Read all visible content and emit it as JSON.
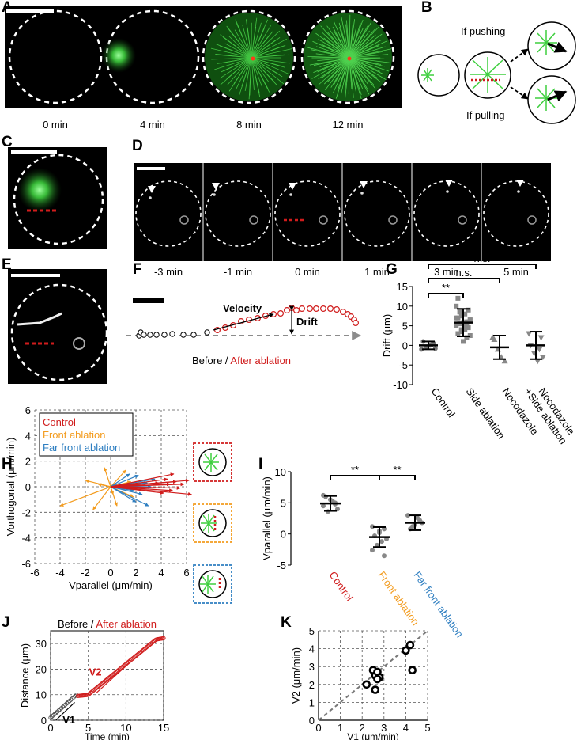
{
  "panel_labels": [
    "A",
    "B",
    "C",
    "D",
    "E",
    "F",
    "G",
    "H",
    "I",
    "J",
    "K"
  ],
  "panel_A": {
    "times": [
      "0 min",
      "4 min",
      "8 min",
      "12 min"
    ]
  },
  "panel_B": {
    "pushing": "If pushing",
    "pulling": "If pulling"
  },
  "panel_D": {
    "times": [
      "-3 min",
      "-1 min",
      "0 min",
      "1 min",
      "3 min",
      "5 min"
    ]
  },
  "panel_F": {
    "velocity": "Velocity",
    "drift": "Drift",
    "before": "Before / ",
    "after": "After ablation"
  },
  "colors": {
    "red": "#d01c1c",
    "orange": "#f39c1f",
    "blue": "#2f7fc1",
    "green": "#3ecf3e",
    "grey": "#8c8c8c"
  },
  "chart_data": [
    {
      "panel": "G",
      "type": "scatter",
      "ylabel": "Drift (μm)",
      "ylim": [
        -10,
        15
      ],
      "yticks": [
        "-10",
        "-5",
        "0",
        "5",
        "10",
        "15"
      ],
      "categories": [
        "Control",
        "Side ablation",
        "Nocodazole",
        "Nocodazole\n+Side ablation"
      ],
      "category_lines": [
        [
          "Control"
        ],
        [
          "Side ablation"
        ],
        [
          "Nocodazole"
        ],
        [
          "Nocodazole",
          "+Side ablation"
        ]
      ],
      "means": [
        0,
        5.8,
        -0.5,
        0
      ],
      "sd": [
        1.0,
        3.5,
        3.0,
        3.5
      ],
      "points": [
        [
          -1,
          0.5,
          0,
          -0.5,
          1,
          -0.8,
          0.2
        ],
        [
          10,
          9,
          8,
          7.5,
          7,
          6.5,
          6,
          5.8,
          5.5,
          5,
          4.5,
          4,
          3.5,
          3,
          2.5,
          2,
          1,
          8.5,
          7,
          6,
          5,
          4,
          12,
          6.5,
          5
        ],
        [
          2,
          -4,
          -3,
          -1,
          1.5
        ],
        [
          3,
          2,
          -4,
          -2,
          0,
          -3,
          -1
        ]
      ],
      "significance": [
        {
          "pair": [
            0,
            1
          ],
          "label": "**"
        },
        {
          "pair": [
            0,
            2
          ],
          "label": "n.s."
        },
        {
          "pair": [
            0,
            3
          ],
          "label": "n.s."
        }
      ]
    },
    {
      "panel": "H",
      "type": "scatter",
      "xlabel": "Vparallel (μm/min)",
      "ylabel": "Vorthogonal (μm/min)",
      "xlim": [
        -6,
        6
      ],
      "ylim": [
        -6,
        6
      ],
      "xticks": [
        "-6",
        "-4",
        "-2",
        "0",
        "2",
        "4",
        "6"
      ],
      "yticks": [
        "-6",
        "-4",
        "-2",
        "0",
        "2",
        "4",
        "6"
      ],
      "legend": [
        "Control",
        "Front ablation",
        "Far front ablation"
      ],
      "series": [
        {
          "name": "Control",
          "vectors": [
            [
              6.2,
              0.5
            ],
            [
              5.8,
              0.2
            ],
            [
              5.5,
              -0.1
            ],
            [
              5.2,
              0.4
            ],
            [
              4.9,
              -0.3
            ],
            [
              4.7,
              0.2
            ],
            [
              4.5,
              0.6
            ],
            [
              6.4,
              -0.6
            ],
            [
              5.0,
              1.0
            ],
            [
              4.2,
              -0.5
            ],
            [
              3.8,
              0.3
            ]
          ]
        },
        {
          "name": "Front ablation",
          "vectors": [
            [
              -4,
              -1.5
            ],
            [
              -2,
              0.5
            ],
            [
              -1.4,
              -1.8
            ],
            [
              0.5,
              -1.5
            ],
            [
              1.6,
              0.4
            ],
            [
              -0.5,
              1.5
            ],
            [
              0.2,
              -0.6
            ],
            [
              1.8,
              -0.8
            ],
            [
              -1,
              0.2
            ],
            [
              1.2,
              1.3
            ]
          ]
        },
        {
          "name": "Far front ablation",
          "vectors": [
            [
              3.5,
              0.6
            ],
            [
              2.9,
              0.3
            ],
            [
              2.5,
              -0.6
            ],
            [
              2.0,
              -1.2
            ],
            [
              3.0,
              -1.5
            ],
            [
              1.5,
              1.0
            ],
            [
              2.2,
              0.9
            ],
            [
              3.2,
              0.0
            ],
            [
              1.8,
              -0.3
            ]
          ]
        }
      ]
    },
    {
      "panel": "I",
      "type": "scatter",
      "ylabel": "Vparallel (μm/min)",
      "ylim": [
        -5,
        10
      ],
      "yticks": [
        "-5",
        "0",
        "5",
        "10"
      ],
      "categories": [
        "Control",
        "Front ablation",
        "Far front ablation"
      ],
      "means": [
        4.9,
        -0.5,
        1.8
      ],
      "sd": [
        1.2,
        1.6,
        1.2
      ],
      "points": [
        [
          4.5,
          5,
          5.5,
          6,
          4,
          5.2,
          3.6,
          6.2,
          4.8
        ],
        [
          1.2,
          0.8,
          0.2,
          -0.3,
          -0.8,
          -1.2,
          -1.8,
          -2.6,
          -3.5,
          0.5
        ],
        [
          3,
          2.2,
          1.5,
          0.8,
          1.8,
          2.6,
          1.2
        ]
      ],
      "significance": [
        {
          "pair": [
            0,
            1
          ],
          "label": "**"
        },
        {
          "pair": [
            1,
            2
          ],
          "label": "**"
        }
      ]
    },
    {
      "panel": "J",
      "type": "scatter",
      "title_before": "Before / ",
      "title_after": "After ablation",
      "xlabel": "Time (min)",
      "ylabel": "Distance (μm)",
      "xlim": [
        0,
        15
      ],
      "ylim": [
        0,
        35
      ],
      "xticks": [
        "0",
        "5",
        "10",
        "15"
      ],
      "yticks": [
        "0",
        "10",
        "20",
        "30"
      ],
      "v1": "V1",
      "v2": "V2"
    },
    {
      "panel": "K",
      "type": "scatter",
      "xlabel": "V1 (μm/min)",
      "ylabel": "V2 (μm/min)",
      "xlim": [
        0,
        5
      ],
      "ylim": [
        0,
        5
      ],
      "xticks": [
        "0",
        "1",
        "2",
        "3",
        "4",
        "5"
      ],
      "yticks": [
        "0",
        "1",
        "2",
        "3",
        "4",
        "5"
      ],
      "x": [
        2.2,
        2.5,
        2.6,
        2.7,
        2.8,
        2.6,
        2.7,
        4.0,
        4.2,
        4.3
      ],
      "y": [
        2.0,
        2.8,
        2.5,
        2.7,
        2.4,
        1.7,
        2.3,
        3.9,
        4.2,
        2.8
      ]
    }
  ]
}
